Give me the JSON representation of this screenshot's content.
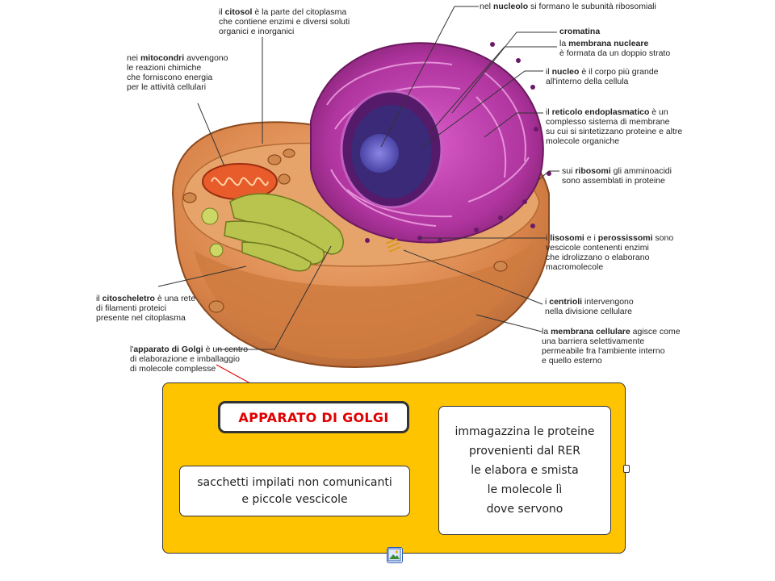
{
  "labels": {
    "nucleolo": [
      "nel |nucleolo| si formano le subunità ribosomiali"
    ],
    "citosol": [
      "il |citosol| è la parte del citoplasma",
      "che contiene enzimi e diversi soluti",
      "organici e inorganici"
    ],
    "cromatina": [
      "|cromatina|"
    ],
    "membrana_nucleare": [
      "la |membrana nucleare|",
      "è formata da un doppio strato"
    ],
    "mitocondri": [
      "nei |mitocondri| avvengono",
      "le reazioni chimiche",
      "che forniscono energia",
      " per le attività cellulari"
    ],
    "nucleo": [
      "il |nucleo| è il corpo più grande",
      "all'interno della cellula"
    ],
    "reticolo": [
      "il |reticolo endoplasmatico| è un",
      "complesso sistema di membrane",
      "su cui si sintetizzano proteine e altre",
      "molecole organiche"
    ],
    "ribosomi": [
      "sui |ribosomi| gli amminoacidi",
      "sono assemblati in proteine"
    ],
    "lisosomi": [
      "i |lisosomi| e i |perossissomi| sono",
      "vescicole contenenti enzimi",
      "che idrolizzano o elaborano",
      "macromolecole"
    ],
    "citoscheletro": [
      "il |citoscheletro| è una rete",
      "di filamenti proteici",
      "presente nel citoplasma"
    ],
    "centrioli": [
      "i |centrioli| intervengono",
      "nella divisione cellulare"
    ],
    "membrana_cellulare": [
      "la |membrana cellulare| agisce come",
      "una barriera selettivamente",
      "permeabile fra l'ambiente interno",
      "e quello esterno"
    ],
    "golgi": [
      "l'|apparato di Golgi| è un centro",
      "di elaborazione e imballaggio",
      "di molecole complesse"
    ]
  },
  "concept_map": {
    "title": "APPARATO DI GOLGI",
    "description": [
      "sacchetti impilati non comunicanti",
      "e piccole vescicole"
    ],
    "function": [
      "immagazzina le proteine",
      "provenienti dal RER",
      "le elabora e smista",
      "le molecole lì",
      "dove servono"
    ]
  },
  "colors": {
    "panel": "#ffc400",
    "title_text": "#e00000",
    "arrow": "#e00000"
  },
  "icons": {
    "attachment": "image-attachment-icon"
  }
}
